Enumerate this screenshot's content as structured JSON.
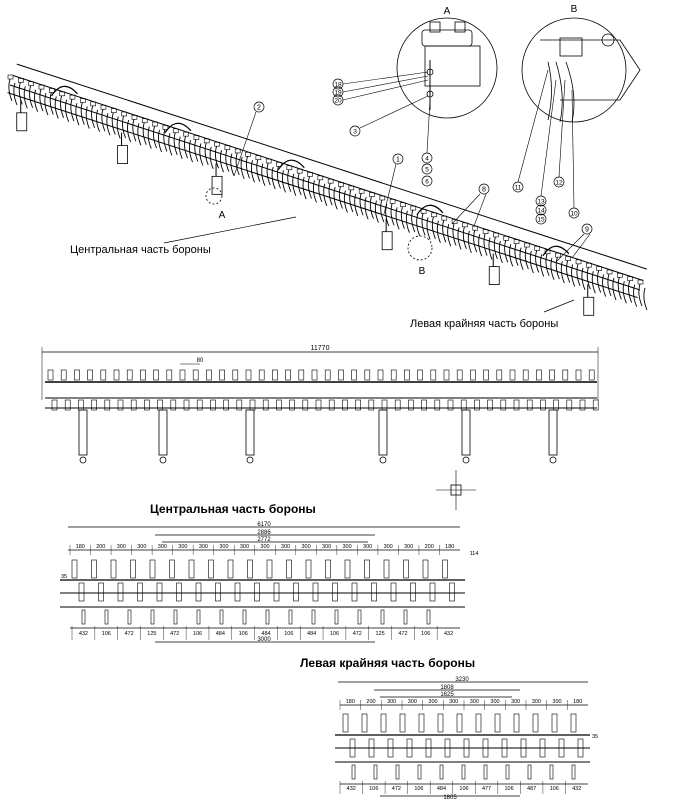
{
  "captions": {
    "central_part": "Центральная часть бороны",
    "left_end_part": "Левая крайняя часть бороны"
  },
  "views": {
    "a_label": "A",
    "b_label": "B"
  },
  "callouts_a": [
    "18",
    "19",
    "20",
    "3",
    "4",
    "5",
    "6",
    "2",
    "1"
  ],
  "callouts_b": [
    "11",
    "13",
    "14",
    "15",
    "12",
    "10",
    "8",
    "9"
  ],
  "plan": {
    "overall": "11770",
    "small": "80"
  },
  "central": {
    "title": "Центральная часть бороны",
    "overall": "6170",
    "d2": "2886",
    "d3": "2772",
    "top_spacing": [
      "180",
      "200",
      "300",
      "300",
      "300",
      "300",
      "300",
      "300",
      "300",
      "300",
      "300",
      "300",
      "300",
      "300",
      "300",
      "300",
      "300",
      "200",
      "180"
    ],
    "side": "35",
    "bottom": [
      "432",
      "106",
      "472",
      "125",
      "472",
      "106",
      "484",
      "106",
      "484",
      "106",
      "484",
      "106",
      "472",
      "125",
      "472",
      "106",
      "432"
    ],
    "total_bottom": "3000",
    "mark": "114"
  },
  "left": {
    "title": "Левая крайняя часть бороны",
    "overall": "3230",
    "d2": "1808",
    "d3": "1625",
    "top_spacing": [
      "180",
      "200",
      "300",
      "300",
      "300",
      "300",
      "300",
      "300",
      "300",
      "300",
      "300",
      "180"
    ],
    "bottom": [
      "432",
      "106",
      "472",
      "106",
      "484",
      "106",
      "477",
      "106",
      "487",
      "106",
      "432"
    ],
    "total_bottom": "1805",
    "side": "35"
  }
}
